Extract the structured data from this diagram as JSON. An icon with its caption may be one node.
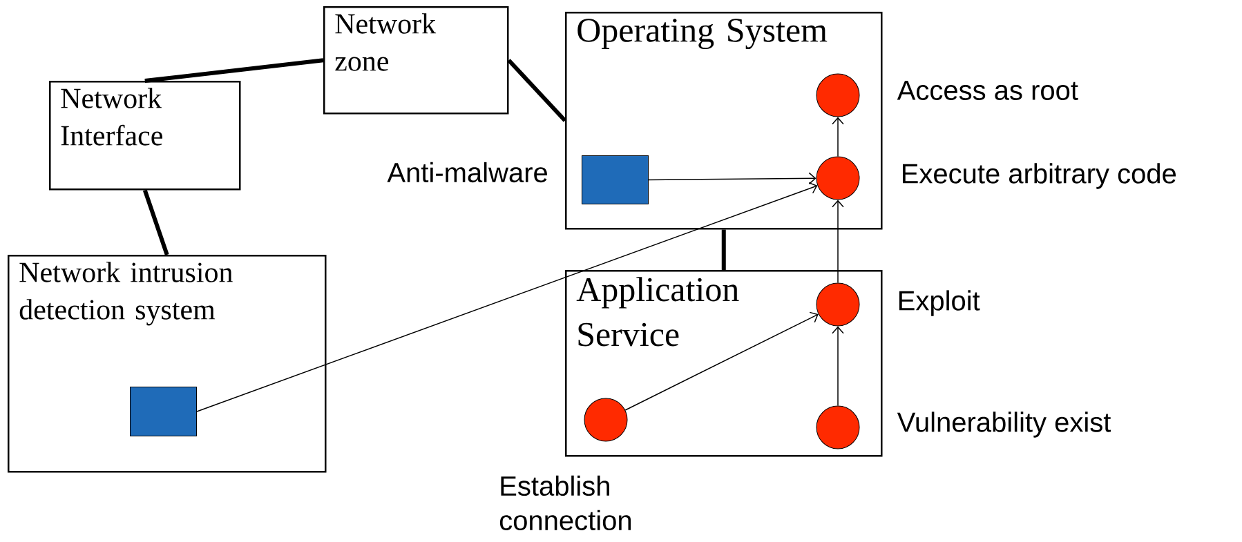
{
  "diagram": {
    "nodes": [
      {
        "text": [
          "Network zone"
        ]
      },
      {
        "text": [
          "Network Interface"
        ]
      },
      {
        "text": [
          "Network intrusion detection system"
        ]
      },
      {
        "text": [],
        "shape": "box",
        "in": 2
      },
      {
        "text": [
          "Operating System"
        ]
      },
      {
        "text": [],
        "shape": "box",
        "in": 4,
        "beside": [
          "Anti-malware"
        ]
      },
      {
        "text": [],
        "shape": "circle",
        "in": 4,
        "beside": [
          "Access as root"
        ]
      },
      {
        "text": [],
        "shape": "circle",
        "in": 4,
        "beside": [
          "Execute arbitrary code"
        ]
      },
      {
        "text": [
          "Application Service"
        ]
      },
      {
        "text": [],
        "shape": "circle",
        "in": 8,
        "beside": [
          "Exploit"
        ]
      },
      {
        "text": [],
        "shape": "circle",
        "in": 8,
        "beside": [
          "Establish connection"
        ]
      },
      {
        "text": [],
        "shape": "circle",
        "in": 8,
        "beside": [
          "Vulnerability exist"
        ]
      }
    ],
    "edges": [
      {
        "from": 1,
        "to": 0,
        "arrow": "none",
        "style": "thick"
      },
      {
        "from": 0,
        "to": 4,
        "arrow": "none",
        "style": "thick"
      },
      {
        "from": 1,
        "to": 2,
        "arrow": "none",
        "style": "thick"
      },
      {
        "from": 4,
        "to": 8,
        "arrow": "none",
        "style": "thick"
      },
      {
        "from": 7,
        "to": 6,
        "arrow": "to"
      },
      {
        "from": 5,
        "to": 7,
        "arrow": "to"
      },
      {
        "from": 3,
        "to": 7,
        "arrow": "to"
      },
      {
        "from": 9,
        "to": 7,
        "arrow": "to"
      },
      {
        "from": 10,
        "to": 9,
        "arrow": "to"
      },
      {
        "from": 11,
        "to": 9,
        "arrow": "to"
      }
    ]
  }
}
